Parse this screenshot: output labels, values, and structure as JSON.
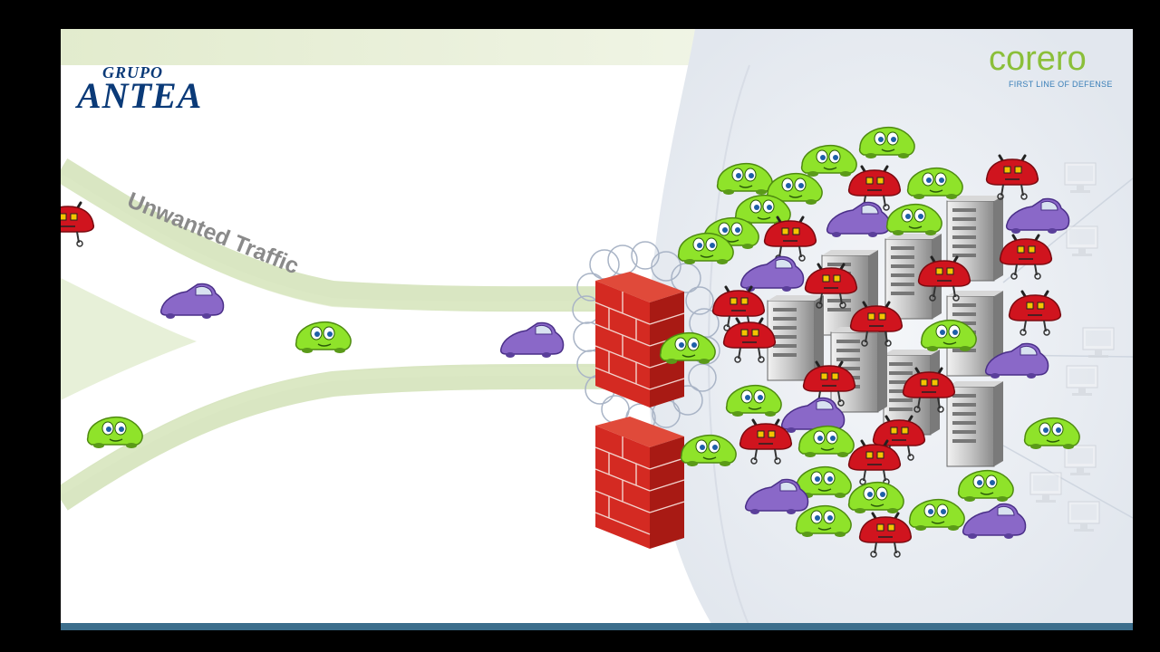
{
  "slide": {
    "label": "Unwanted Traffic",
    "logos": {
      "left_top": "GRUPO",
      "left_main": "ANTEA",
      "right_main": "corero",
      "right_tagline": "FIRST LINE OF DEFENSE"
    }
  },
  "colors": {
    "good_car": "#8fe32a",
    "attack_car": "#8a68c8",
    "bot": "#d0141e",
    "brick": "#d42a22",
    "frame_bar": "#3c6e8c",
    "road_edge": "#c9dca8"
  },
  "icons": [
    "green-car-icon",
    "purple-car-icon",
    "red-bot-icon",
    "firewall-icon",
    "barbed-wire-icon",
    "server-icon",
    "computer-icon"
  ]
}
